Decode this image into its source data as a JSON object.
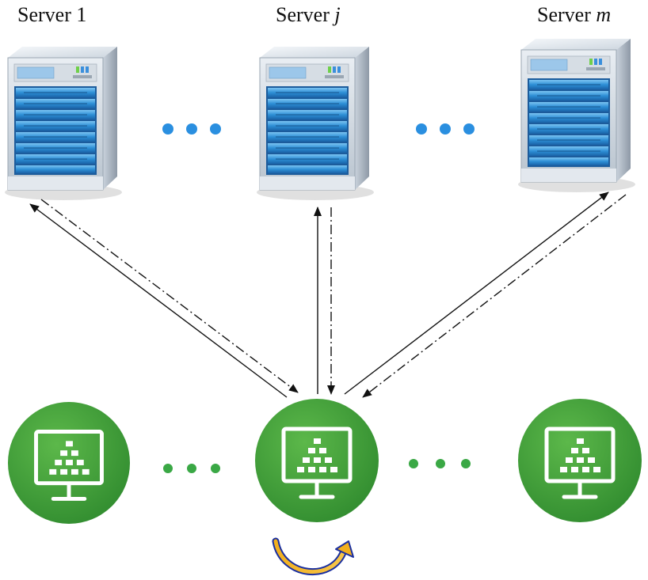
{
  "servers": [
    {
      "label": "Server",
      "index": "1",
      "index_italic": false
    },
    {
      "label": "Server",
      "index": "j",
      "index_italic": true
    },
    {
      "label": "Server",
      "index": "m",
      "index_italic": true
    }
  ],
  "colors": {
    "server_dot": "#2a8fe0",
    "client_dot": "#3aa845",
    "client_fill": "#3e9e3a",
    "client_fill_light": "#5cb84a",
    "arrow": "#111111",
    "loop_inner": "#1a2fa0",
    "loop_outer": "#f2b01e"
  },
  "icons": {
    "server": "server-tower-icon",
    "client": "monitor-network-icon",
    "loop": "curved-loop-arrow-icon"
  }
}
